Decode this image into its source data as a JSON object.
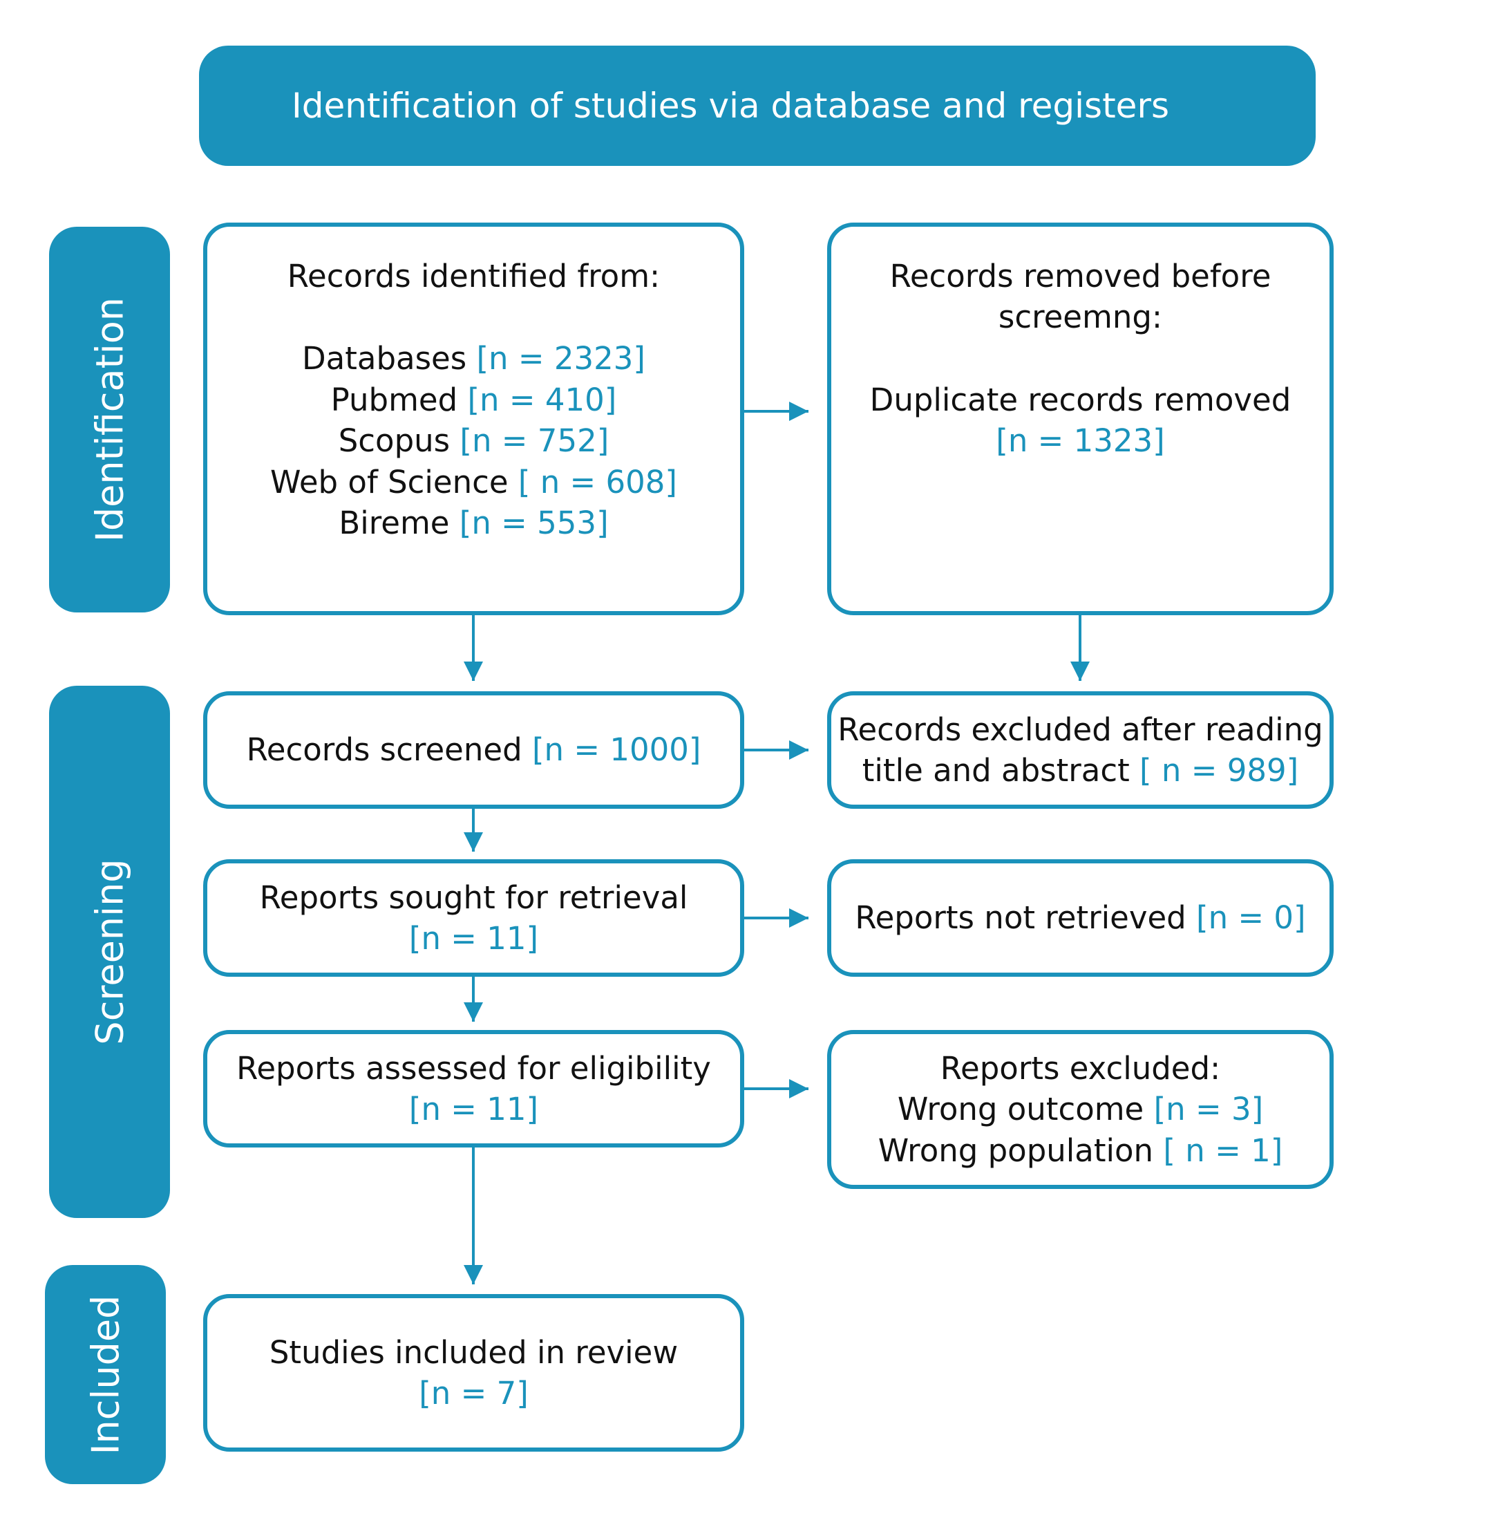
{
  "header": {
    "title": "Identification of studies via database and registers"
  },
  "phases": {
    "identification": "Identification",
    "screening": "Screening",
    "included": "Included"
  },
  "records_identified": {
    "title": "Records identified from:",
    "sources": [
      {
        "label": "Databases",
        "count": "[n = 2323]"
      },
      {
        "label": "Pubmed",
        "count": "[n = 410]"
      },
      {
        "label": "Scopus",
        "count": "[n = 752]"
      },
      {
        "label": "Web of Science",
        "count": "[ n = 608]"
      },
      {
        "label": "Bireme",
        "count": "[n = 553]"
      }
    ]
  },
  "records_removed": {
    "title_line1": "Records removed before",
    "title_line2": "screemng:",
    "detail": "Duplicate records removed",
    "count": "[n = 1323]"
  },
  "records_screened": {
    "label": "Records screened",
    "count": "[n = 1000]"
  },
  "records_excluded": {
    "line1": "Records excluded after reading",
    "line2": "title and abstract",
    "count": "[ n = 989]"
  },
  "reports_sought": {
    "label": "Reports sought for retrieval",
    "count": "[n = 11]"
  },
  "reports_not_retrieved": {
    "label": "Reports not retrieved",
    "count": "[n = 0]"
  },
  "reports_assessed": {
    "label": "Reports assessed for eligibility",
    "count": "[n = 11]"
  },
  "reports_excluded": {
    "title": "Reports excluded:",
    "reasons": [
      {
        "label": "Wrong outcome",
        "count": "[n = 3]"
      },
      {
        "label": "Wrong population",
        "count": "[ n = 1]"
      }
    ]
  },
  "studies_included": {
    "label": "Studies included in review",
    "count": "[n = 7]"
  },
  "colors": {
    "accent": "#1a92bb",
    "text": "#111111",
    "background": "#ffffff"
  }
}
